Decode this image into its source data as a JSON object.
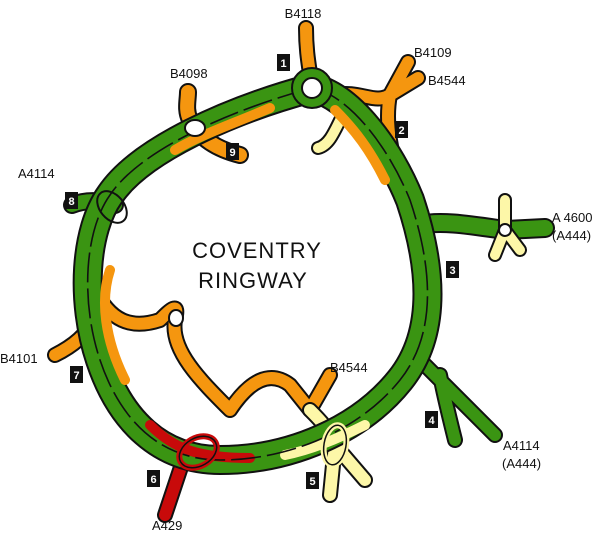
{
  "title": {
    "line1": "COVENTRY",
    "line2": "RINGWAY"
  },
  "colors": {
    "green": "#3a9412",
    "orange": "#f5960f",
    "red": "#c80a0a",
    "yellow": "#fdf7a8",
    "outline": "#111111"
  },
  "junctions": [
    "1",
    "2",
    "3",
    "4",
    "5",
    "6",
    "7",
    "8",
    "9"
  ],
  "roads": {
    "b4118": "B4118",
    "b4109": "B4109",
    "b4544_ne": "B4544",
    "b4098": "B4098",
    "a4114_w": "A4114",
    "a4600": "A 4600",
    "a4600_alt": "(A444)",
    "b4101": "B4101",
    "b4544_s": "B4544",
    "a4114_se": "A4114",
    "a4114_se_alt": "(A444)",
    "a429": "A429"
  }
}
